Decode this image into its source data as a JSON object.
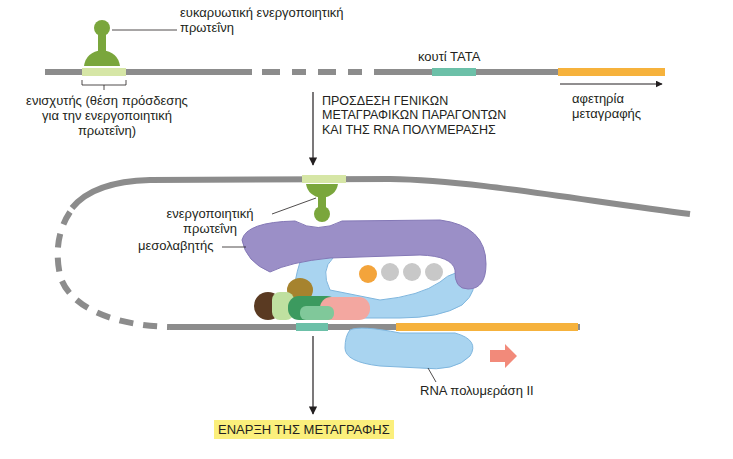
{
  "diagram": {
    "nodes": [
      {
        "text": [
          "ΕΝΑΡΞΗ ΤΗΣ ΜΕΤΑΓΡΑΦΗΣ"
        ]
      }
    ],
    "labels": [
      "ευκαρυωτική ενεργοποιητική πρωτεΐνη",
      "ενισχυτής (θέση πρόσδεσης για την ενεργοποιητική πρωτεΐνη)",
      "κουτί ΤΑΤΑ",
      "αφετηρία μεταγραφής",
      "ΠΡΟΣΔΕΣΗ ΓΕΝΙΚΩΝ ΜΕΤΑΓΡΑΦΙΚΩΝ ΠΑΡΑΓΟΝΤΩΝ ΚΑΙ ΤΗΣ RNA ΠΟΛΥΜΕΡΑΣΗΣ",
      "ενεργοποιητική πρωτεΐνη",
      "μεσολαβητής",
      "RNA πολυμεράση II"
    ]
  }
}
